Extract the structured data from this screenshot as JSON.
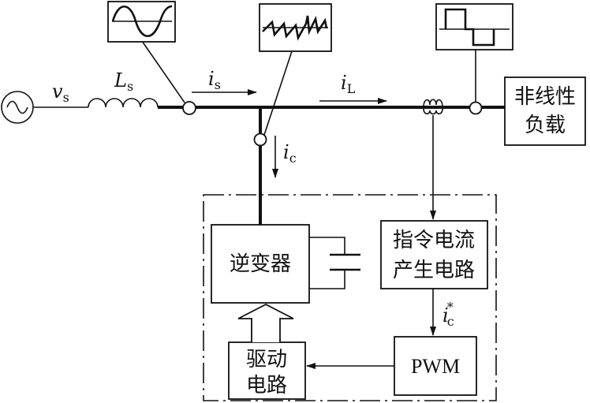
{
  "labels": {
    "source_voltage": "v",
    "source_voltage_sub": "s",
    "inductor": "L",
    "inductor_sub": "s",
    "source_current": "i",
    "source_current_sub": "s",
    "load_current": "i",
    "load_current_sub": "L",
    "comp_current": "i",
    "comp_current_sub": "c",
    "ref_current": "i",
    "ref_current_sub": "c",
    "ref_current_sup": "*"
  },
  "blocks": {
    "load_line1": "非线性",
    "load_line2": "负载",
    "inverter": "逆变器",
    "command_line1": "指令电流",
    "command_line2": "产生电路",
    "pwm": "PWM",
    "drive_line1": "驱动",
    "drive_line2": "电路"
  },
  "icons": [
    "ac-source-icon",
    "sine-waveform-icon",
    "distorted-waveform-icon",
    "square-waveform-icon",
    "current-transformer-icon",
    "capacitor-icon",
    "inductor-icon"
  ]
}
